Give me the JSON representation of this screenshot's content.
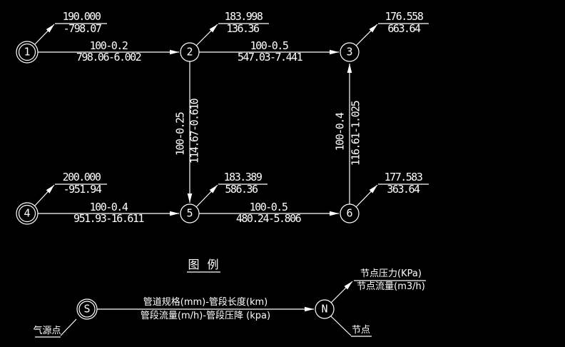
{
  "canvas": {
    "background": "#000000",
    "line_color": "#ffffff"
  },
  "nodes": {
    "n1": {
      "id": "1",
      "pressure": "190.000",
      "flow": "-798.07"
    },
    "n2": {
      "id": "2",
      "pressure": "183.998",
      "flow": "136.36"
    },
    "n3": {
      "id": "3",
      "pressure": "176.558",
      "flow": "663.64"
    },
    "n4": {
      "id": "4",
      "pressure": "200.000",
      "flow": "-951.94"
    },
    "n5": {
      "id": "5",
      "pressure": "183.389",
      "flow": "586.36"
    },
    "n6": {
      "id": "6",
      "pressure": "177.583",
      "flow": "363.64"
    }
  },
  "pipes": {
    "p12": {
      "spec": "100-0.2",
      "flow": "798.06-6.002"
    },
    "p23": {
      "spec": "100-0.5",
      "flow": "547.03-7.441"
    },
    "p25": {
      "spec": "100-0.25",
      "flow": "114.67-0.610"
    },
    "p45": {
      "spec": "100-0.4",
      "flow": "951.93-16.611"
    },
    "p56": {
      "spec": "100-0.5",
      "flow": "480.24-5.806"
    },
    "p63": {
      "spec": "100-0.4",
      "flow": "116.61-1.025"
    }
  },
  "legend": {
    "title": "图 例",
    "source_symbol": "S",
    "node_symbol": "N",
    "source_label": "气源点",
    "node_label": "节点",
    "pipe_spec_label": "管道规格(mm)-管段长度(km)",
    "pipe_flow_label": "管段流量(m/h)-管段压降 (kpa)",
    "node_pressure_label": "节点压力(KPa)",
    "node_flow_label": "节点流量(m3/h)"
  }
}
